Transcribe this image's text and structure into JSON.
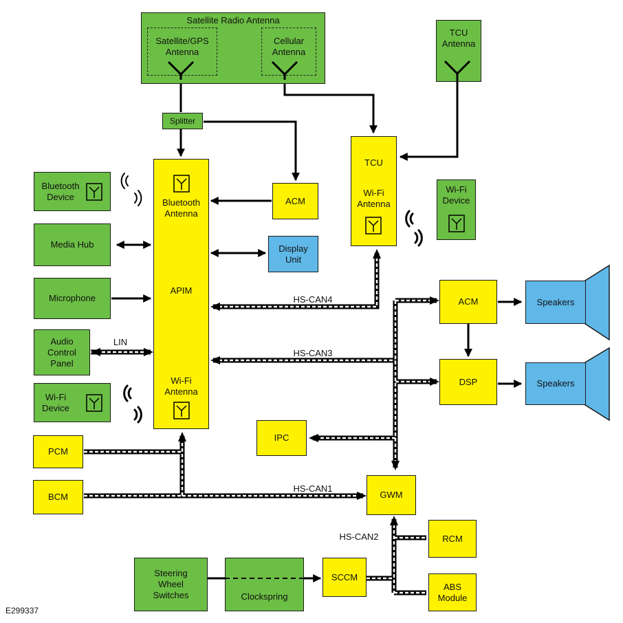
{
  "diagram_id": "E299337",
  "sat_radio_antenna": "Satellite Radio Antenna",
  "sat_gps_antenna": "Satellite/GPS\nAntenna",
  "cellular_antenna": "Cellular\nAntenna",
  "tcu_antenna": "TCU\nAntenna",
  "splitter": "Splitter",
  "tcu": "TCU",
  "tcu_wifi_antenna": "Wi-Fi\nAntenna",
  "wifi_device_right": "Wi-Fi\nDevice",
  "bluetooth_device": "Bluetooth\nDevice",
  "media_hub": "Media Hub",
  "microphone": "Microphone",
  "audio_control_panel": "Audio\nControl\nPanel",
  "wifi_device_left": "Wi-Fi\nDevice",
  "pcm": "PCM",
  "bcm": "BCM",
  "apim": "APIM",
  "apim_bt_antenna": "Bluetooth\nAntenna",
  "apim_wifi_antenna": "Wi-Fi\nAntenna",
  "acm_top": "ACM",
  "display_unit": "Display\nUnit",
  "acm_right": "ACM",
  "dsp": "DSP",
  "speakers_1": "Speakers",
  "speakers_2": "Speakers",
  "ipc": "IPC",
  "gwm": "GWM",
  "rcm": "RCM",
  "abs_module": "ABS\nModule",
  "sccm": "SCCM",
  "clockspring": "Clockspring",
  "steering_wheel_switches": "Steering\nWheel\nSwitches",
  "bus_lin": "LIN",
  "bus_hs_can4": "HS-CAN4",
  "bus_hs_can3": "HS-CAN3",
  "bus_hs_can1": "HS-CAN1",
  "bus_hs_can2": "HS-CAN2",
  "colors": {
    "module_green": "#6cbf45",
    "module_yellow": "#fff200",
    "module_blue": "#5fb8e8"
  }
}
